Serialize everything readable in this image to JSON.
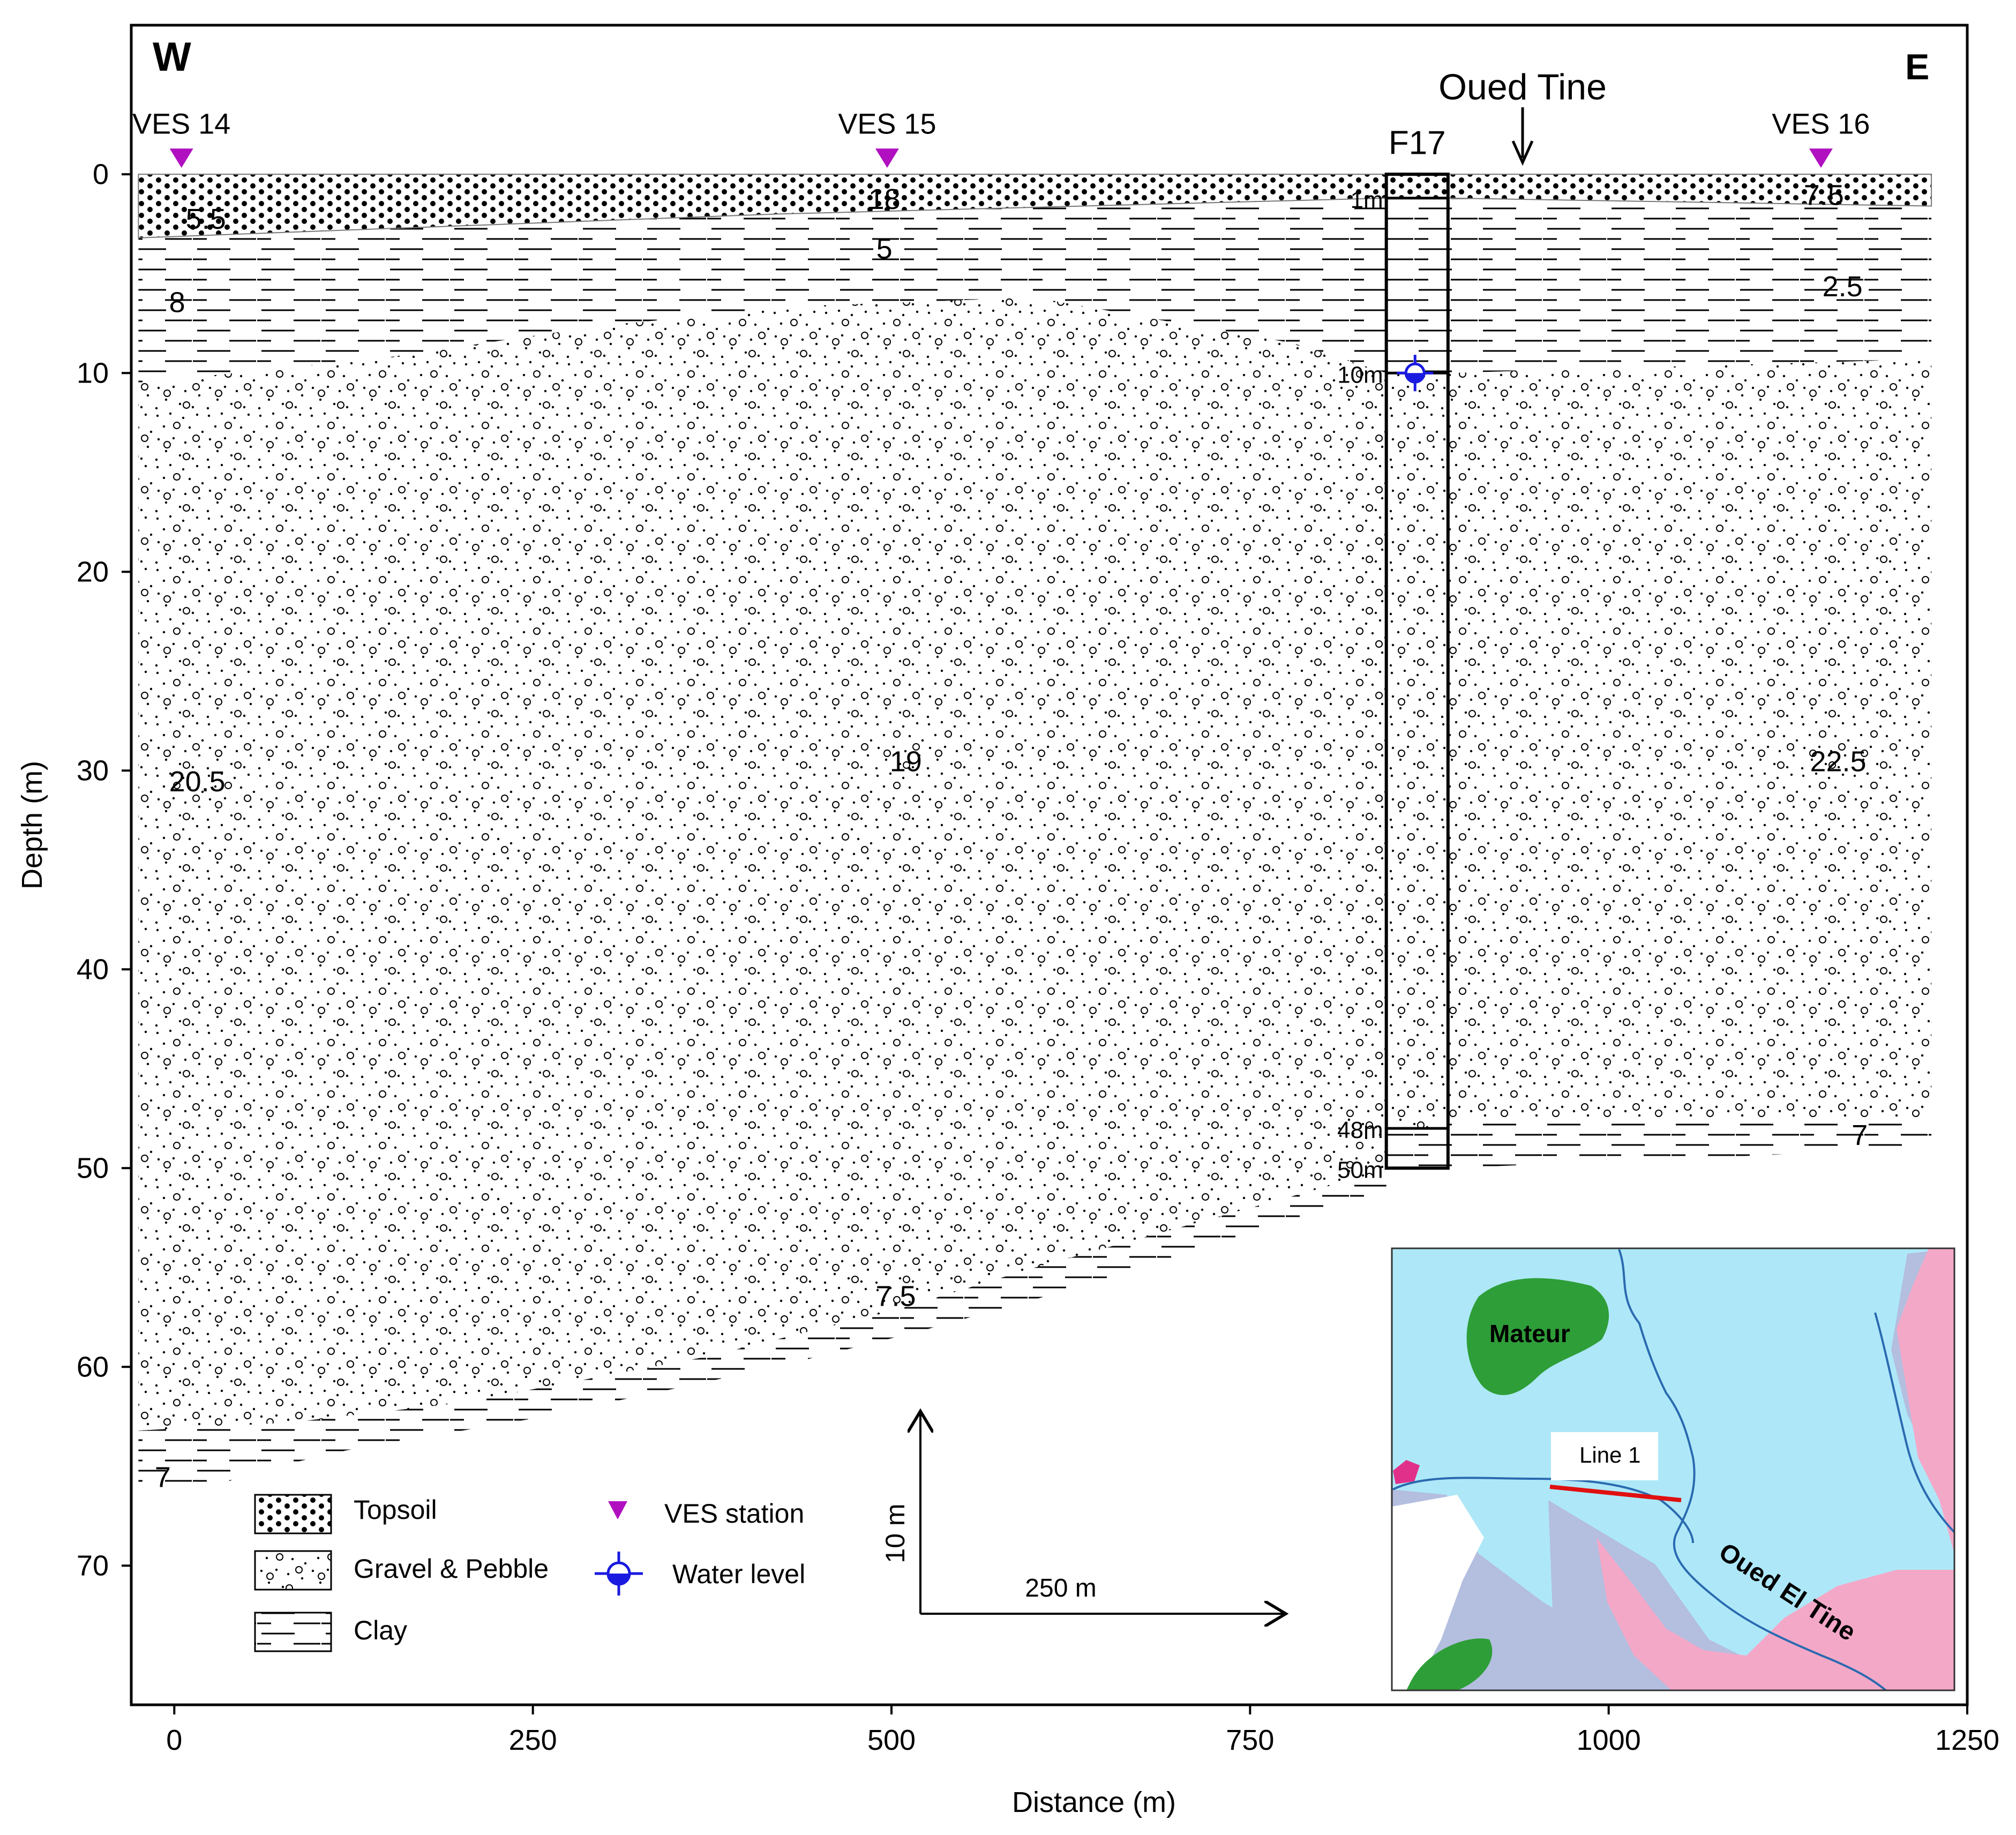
{
  "orientation": {
    "west": "W",
    "east": "E"
  },
  "axes": {
    "x_label": "Distance (m)",
    "y_label": "Depth (m)",
    "x_ticks": [
      0,
      250,
      500,
      750,
      1000,
      1250
    ],
    "y_ticks": [
      0,
      10,
      20,
      30,
      40,
      50,
      60,
      70
    ],
    "x_range": [
      -30,
      1250
    ],
    "y_range": [
      -7.5,
      77
    ]
  },
  "ves_stations": [
    {
      "label": "VES 14",
      "x": 5
    },
    {
      "label": "VES 15",
      "x": 497
    },
    {
      "label": "VES 16",
      "x": 1148
    }
  ],
  "river": {
    "label": "Oued Tine",
    "x": 940
  },
  "borehole": {
    "label": "F17",
    "x_left": 845,
    "x_right": 888,
    "depth_labels": [
      {
        "text": "1m",
        "depth": 1.2
      },
      {
        "text": "10m",
        "depth": 10
      },
      {
        "text": "48m",
        "depth": 48
      },
      {
        "text": "50m",
        "depth": 50
      }
    ],
    "water_level_depth": 10
  },
  "thickness_labels": [
    {
      "text": "5.5",
      "x": 22,
      "depth": 2.2
    },
    {
      "text": "18",
      "x": 495,
      "depth": 1.2
    },
    {
      "text": "7.5",
      "x": 1150,
      "depth": 1.0
    },
    {
      "text": "5",
      "x": 495,
      "depth": 3.7
    },
    {
      "text": "8",
      "x": 2,
      "depth": 6.4
    },
    {
      "text": "2.5",
      "x": 1163,
      "depth": 5.6
    },
    {
      "text": "20.5",
      "x": 16,
      "depth": 30.5
    },
    {
      "text": "19",
      "x": 510,
      "depth": 29.5
    },
    {
      "text": "22.5",
      "x": 1160,
      "depth": 29.5
    },
    {
      "text": "7",
      "x": 1175,
      "depth": 48.3
    },
    {
      "text": "7.5",
      "x": 503,
      "depth": 56.4
    },
    {
      "text": "7",
      "x": -8,
      "depth": 65.5
    }
  ],
  "scale_bar": {
    "vertical_label": "10 m",
    "horizontal_label": "250 m"
  },
  "legend": {
    "items": [
      {
        "label": "Topsoil",
        "pattern": "topsoil"
      },
      {
        "label": "Gravel & Pebble",
        "pattern": "gravel"
      },
      {
        "label": "Clay",
        "pattern": "clay"
      },
      {
        "label": "VES station",
        "pattern": "ves-marker"
      },
      {
        "label": "Water level",
        "pattern": "water-level"
      }
    ]
  },
  "inset_map": {
    "town_label": "Mateur",
    "line_label": "Line 1",
    "river_label": "Oued El Tine"
  },
  "colors": {
    "ves_marker": "#b010c0",
    "water_level": "#1a1ae0",
    "inset_water": "#aee8f8",
    "inset_pink": "#f4a8c8",
    "inset_lavender": "#b4bedf",
    "inset_green": "#2e9e38",
    "inset_river": "#2a6ab0",
    "inset_line": "#e01010"
  }
}
